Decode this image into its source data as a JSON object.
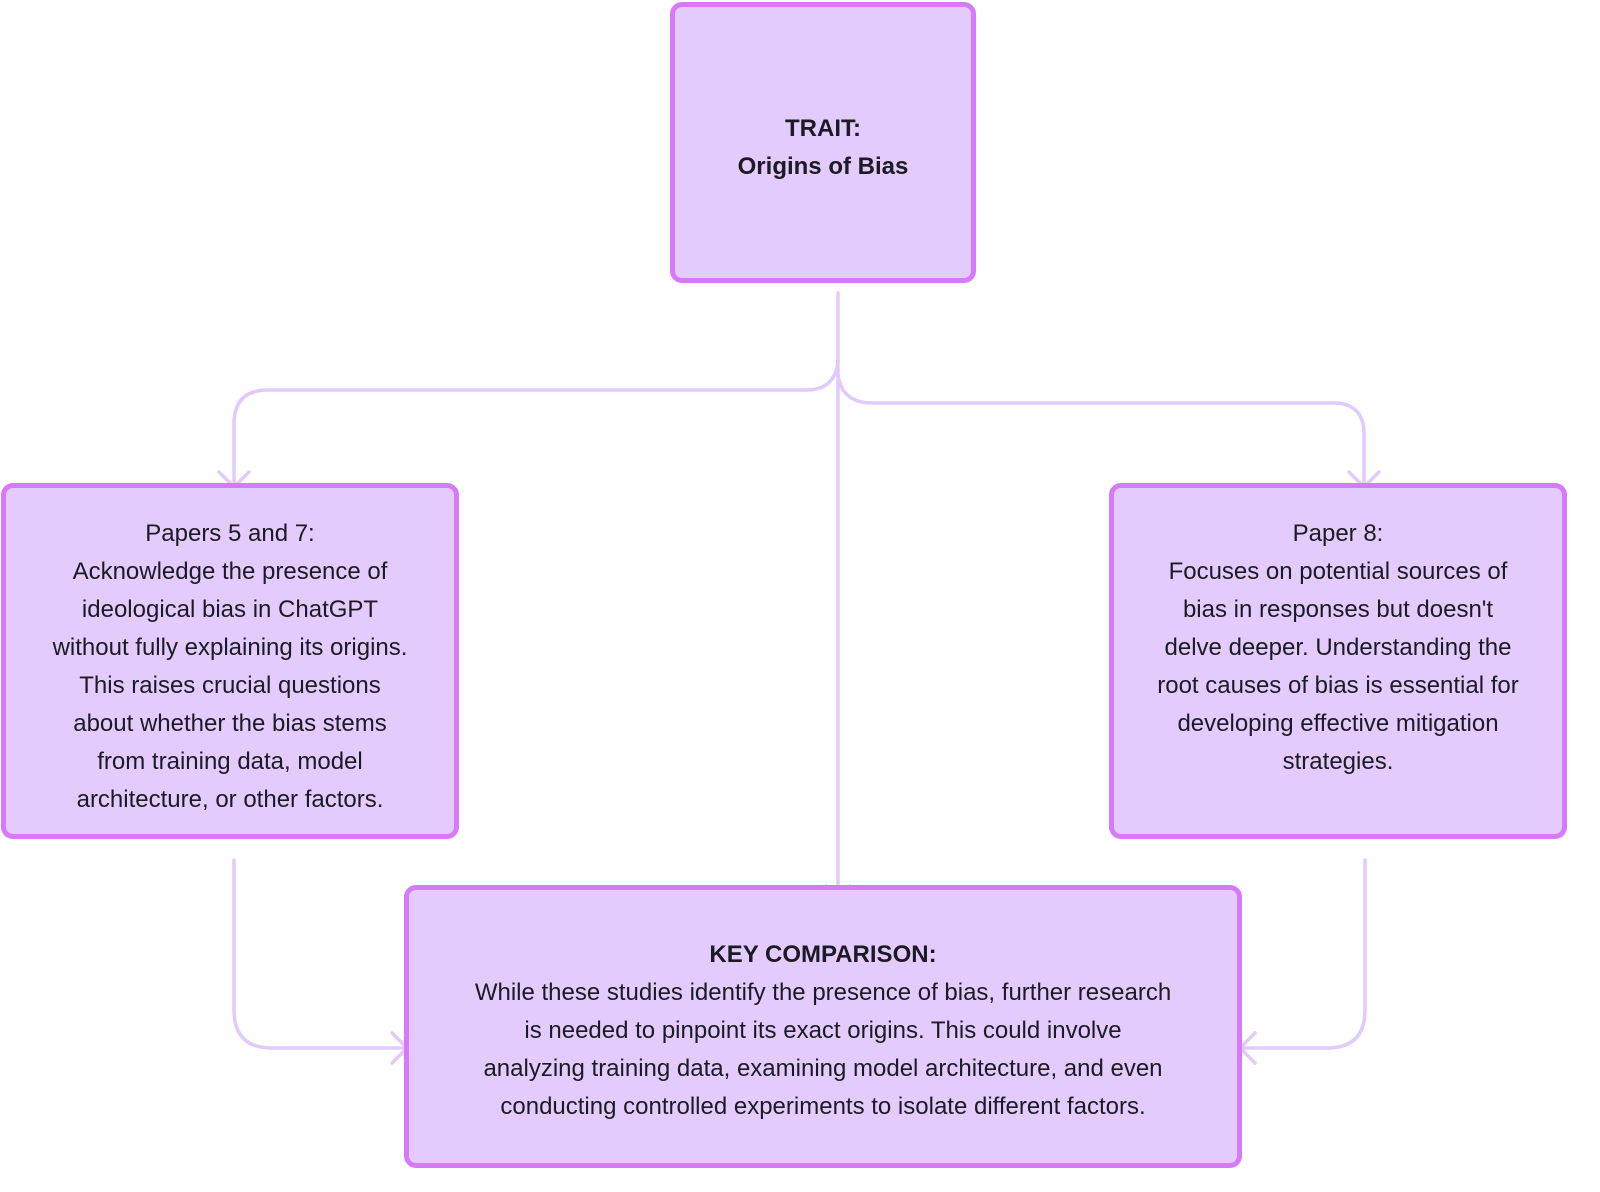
{
  "colors": {
    "node_fill": "#e3cbfd",
    "node_border": "#d679fb",
    "connector": "#e2cbfc",
    "text": "#1c1a22"
  },
  "nodes": {
    "trait": {
      "title_lines": [
        "TRAIT:",
        "Origins of Bias"
      ]
    },
    "left": {
      "lines": [
        "Papers 5 and 7:",
        "Acknowledge the presence of",
        "ideological bias in ChatGPT",
        "without fully explaining its origins.",
        "This raises crucial questions",
        "about whether the bias stems",
        "from training data, model",
        "architecture, or other factors."
      ]
    },
    "right": {
      "lines": [
        "Paper 8:",
        "Focuses on potential sources of",
        "bias in responses but doesn't",
        "delve deeper. Understanding the",
        "root causes of bias is essential for",
        "developing effective mitigation",
        "strategies."
      ]
    },
    "key": {
      "title": "KEY COMPARISON:",
      "lines": [
        "While these studies identify the presence of bias, further research",
        "is needed to pinpoint its exact origins. This could involve",
        "analyzing training data, examining model architecture, and even",
        "conducting controlled experiments to isolate different factors."
      ]
    }
  },
  "connectors": [
    {
      "from": "trait",
      "to": "left",
      "arrow": "arrow-down-icon"
    },
    {
      "from": "trait",
      "to": "right",
      "arrow": "arrow-down-icon"
    },
    {
      "from": "trait",
      "to": "key",
      "arrow": "arrow-down-icon"
    },
    {
      "from": "left",
      "to": "key",
      "arrow": "arrow-right-icon"
    },
    {
      "from": "right",
      "to": "key",
      "arrow": "arrow-left-icon"
    }
  ]
}
